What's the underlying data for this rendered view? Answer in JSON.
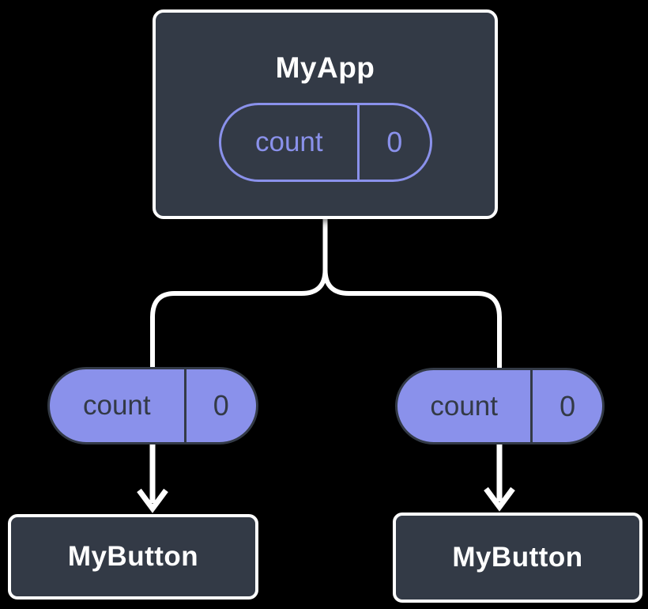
{
  "diagram": {
    "description": "component-tree-state-diagram",
    "colors": {
      "background": "#000000",
      "node_fill": "#333A46",
      "node_border": "#FFFFFF",
      "accent_purple": "#8A91EB",
      "connector": "#FFFFFF",
      "pill_dark_text": "#333A46"
    },
    "parent": {
      "title": "MyApp",
      "state_pill": {
        "label": "count",
        "value": "0"
      }
    },
    "children": [
      {
        "title": "MyButton",
        "prop_pill": {
          "label": "count",
          "value": "0"
        }
      },
      {
        "title": "MyButton",
        "prop_pill": {
          "label": "count",
          "value": "0"
        }
      }
    ]
  }
}
